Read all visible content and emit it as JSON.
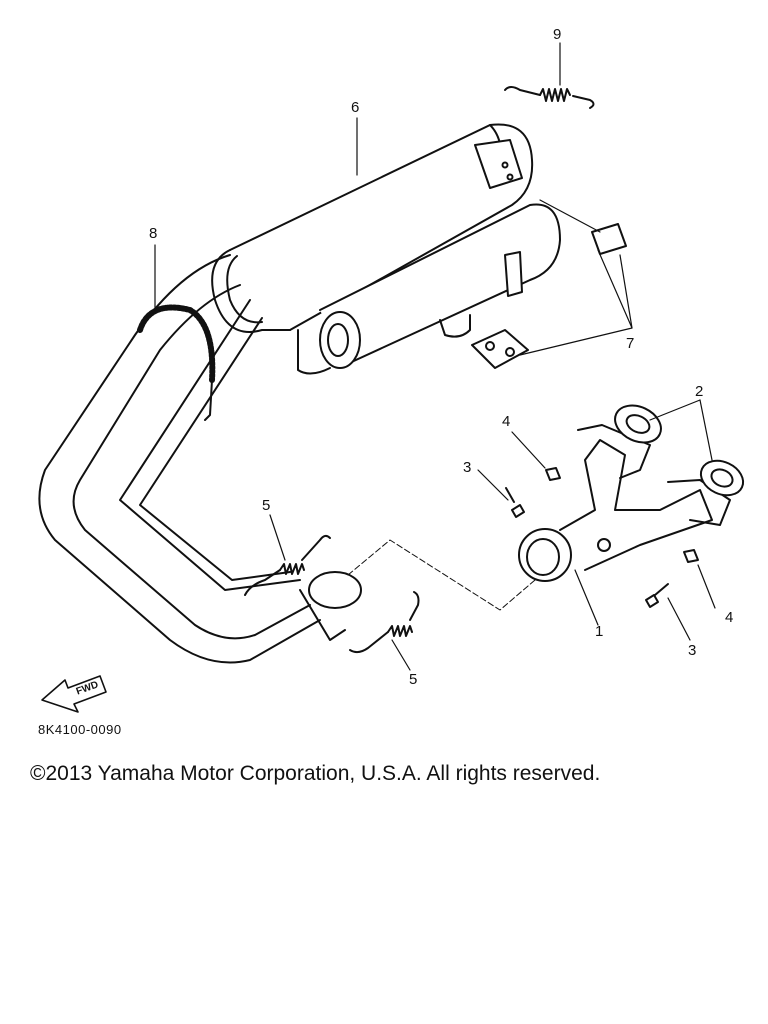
{
  "callouts": {
    "c1": "1",
    "c2": "2",
    "c3a": "3",
    "c3b": "3",
    "c4a": "4",
    "c4b": "4",
    "c5a": "5",
    "c5b": "5",
    "c6": "6",
    "c7": "7",
    "c8": "8",
    "c9": "9"
  },
  "fwd_arrow": {
    "label": "FWD"
  },
  "part_code": "8K4100-0090",
  "copyright": "©2013 Yamaha Motor Corporation, U.S.A. All rights reserved."
}
